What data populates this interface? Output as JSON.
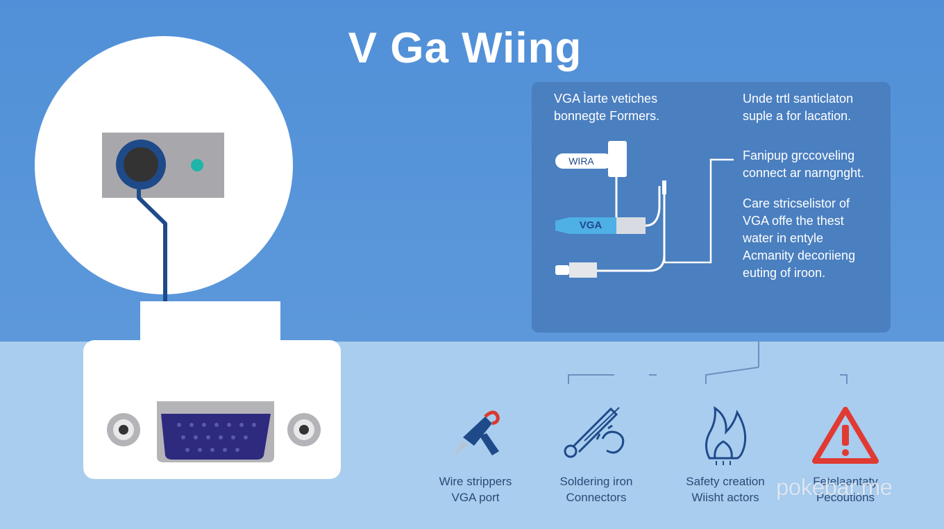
{
  "title": "V Ga Wiing",
  "panel": {
    "text_top_left": "VGA Ìarte vetiches\nbonnegte Formers.",
    "text_top_right": "Unde trtl santiclaton\nsuple a for lacation.",
    "text_mid_right": "Fanipup grccoveling\nconnect ar narngnght.",
    "text_bottom_right": "Care stricselistor of\nVGA offe the thest\nwater in entyle\nAcmanity decoriieng\neuting of iroon.",
    "label_wira": "WIRA",
    "label_vga_plug": "VGA"
  },
  "tools": [
    {
      "icon": "soldering-gun-icon",
      "line1": "Wire strippers",
      "line2": "VGA port"
    },
    {
      "icon": "soldering-iron-icon",
      "line1": "Soldering iron",
      "line2": "Connectors"
    },
    {
      "icon": "safety-icon",
      "line1": "Safety creation",
      "line2": "Wiisht actors"
    },
    {
      "icon": "warning-icon",
      "line1": "Fetelaantaty",
      "line2": "Pecoutions"
    }
  ],
  "watermark": "pokebar.me",
  "colors": {
    "background_top": "#5190d8",
    "background_bottom": "#a9cdee",
    "panel": "#4a7fc0",
    "port": "#2e2a7e",
    "warning": "#e03a32",
    "cable": "#1f4a8a",
    "accent_teal": "#1fb5a8"
  }
}
